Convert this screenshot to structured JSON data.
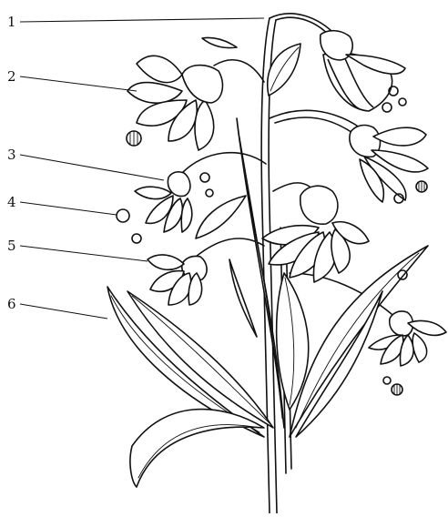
{
  "labels": [
    {
      "id": 1,
      "text": "1"
    },
    {
      "id": 2,
      "text": "2"
    },
    {
      "id": 3,
      "text": "3"
    },
    {
      "id": 4,
      "text": "4"
    },
    {
      "id": 5,
      "text": "5"
    },
    {
      "id": 6,
      "text": "6"
    }
  ]
}
